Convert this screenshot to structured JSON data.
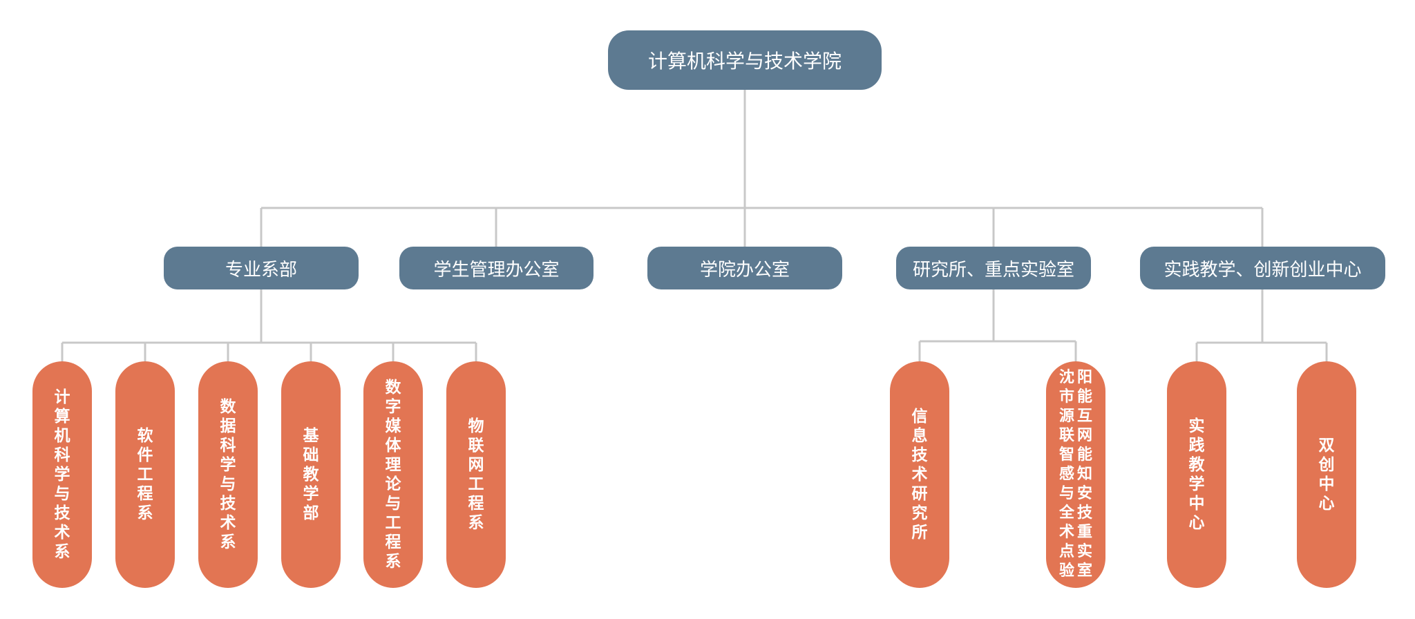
{
  "root": {
    "label": "计算机科学与技术学院"
  },
  "level2": [
    {
      "id": "dept",
      "label": "专业系部"
    },
    {
      "id": "student",
      "label": "学生管理办公室"
    },
    {
      "id": "office",
      "label": "学院办公室"
    },
    {
      "id": "research",
      "label": "研究所、重点实验室"
    },
    {
      "id": "practice",
      "label": "实践教学、创新创业中心"
    }
  ],
  "level3": {
    "dept": [
      "计算机科学与技术系",
      "软件工程系",
      "数据科学与技术系",
      "基础教学部",
      "数字媒体理论与工程系",
      "物联网工程系"
    ],
    "research": [
      "信息技术研究所",
      "沈阳市能源互联网智能感知与安全技术重点实验室"
    ],
    "practice": [
      "实践教学中心",
      "双创中心"
    ]
  },
  "colors": {
    "level1_and_2": "#5d7a91",
    "level3": "#e27553",
    "connector": "#c8c8c8"
  }
}
